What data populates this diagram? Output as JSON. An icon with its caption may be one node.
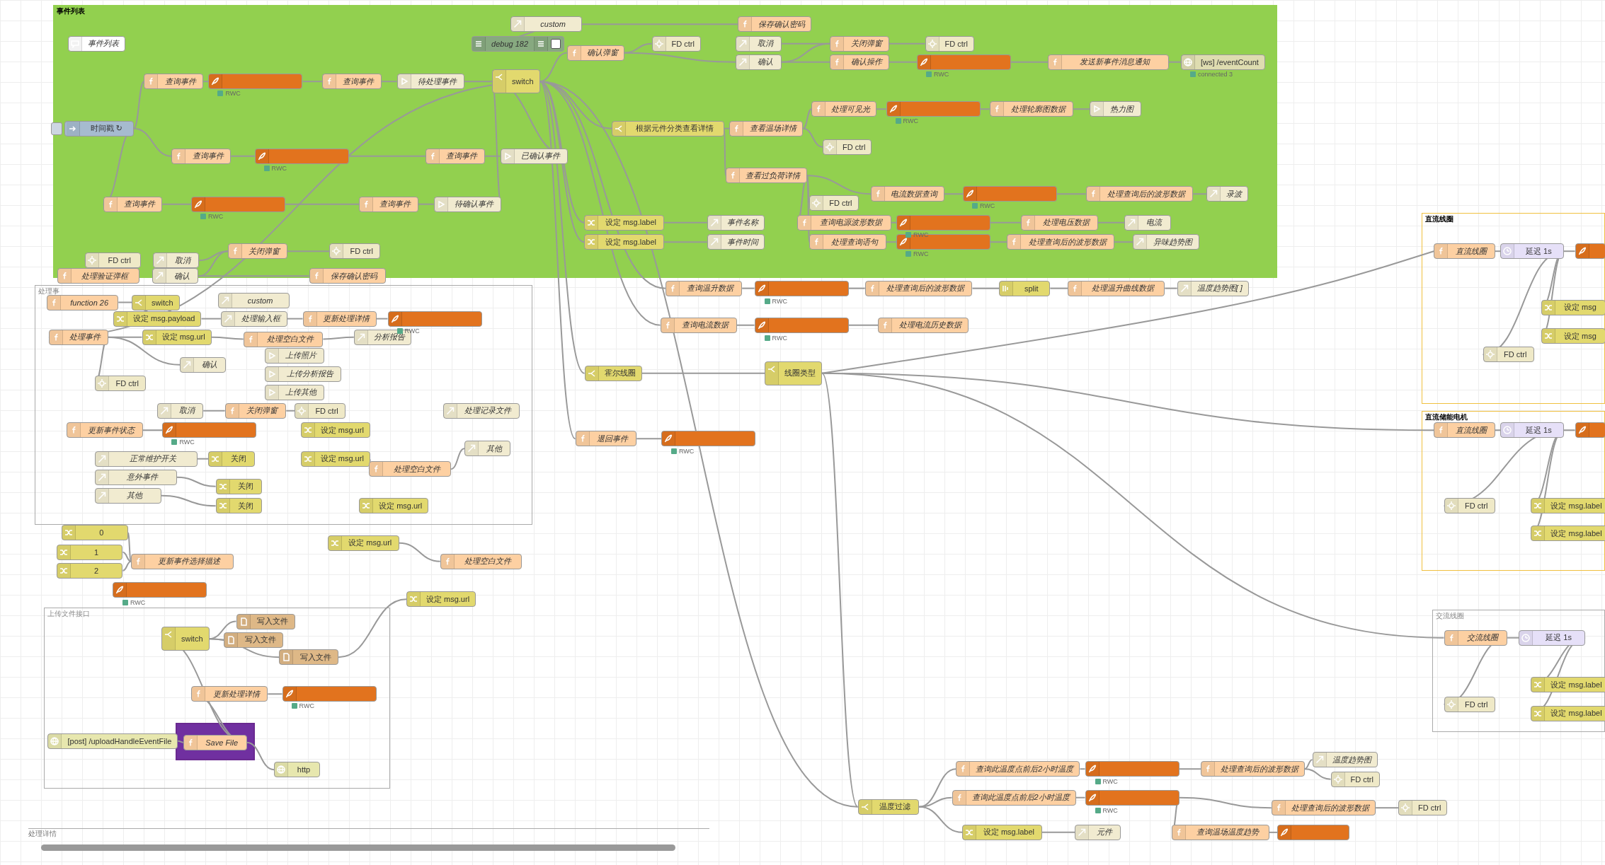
{
  "diagram": {
    "nodes": [
      {
        "text": [
          "事件列表"
        ]
      },
      {
        "text": [
          "事件列表"
        ],
        "in": 0
      },
      {
        "text": [
          "custom"
        ],
        "in": 0
      },
      {
        "text": [
          "保存确认密码"
        ],
        "in": 0
      },
      {
        "text": [
          "debug 182"
        ],
        "in": 0
      },
      {
        "text": [
          "FD ctrl"
        ],
        "in": 0
      },
      {
        "text": [
          "取消"
        ],
        "in": 0
      },
      {
        "text": [
          "关闭弹窗"
        ],
        "in": 0
      },
      {
        "text": [
          "FD ctrl"
        ],
        "in": 0
      },
      {
        "text": [
          "确认弹窗"
        ],
        "in": 0
      },
      {
        "text": [
          "确认"
        ],
        "in": 0
      },
      {
        "text": [
          "确认操作"
        ],
        "in": 0
      },
      {
        "text": [],
        "shape": "box",
        "in": 0,
        "beside": [
          "RWC"
        ]
      },
      {
        "text": [
          "发送新事件消息通知"
        ],
        "in": 0
      },
      {
        "text": [
          "[ws] /eventCount"
        ],
        "in": 0,
        "beside": [
          "connected 3"
        ]
      },
      {
        "text": [
          "查询事件"
        ],
        "in": 0
      },
      {
        "text": [],
        "shape": "box",
        "in": 0,
        "beside": [
          "RWC"
        ]
      },
      {
        "text": [
          "查询事件"
        ],
        "in": 0
      },
      {
        "text": [
          "待处理事件"
        ],
        "in": 0
      },
      {
        "text": [
          "switch"
        ],
        "in": 0
      },
      {
        "text": [
          "处理可见光"
        ],
        "in": 0
      },
      {
        "text": [],
        "shape": "box",
        "in": 0,
        "beside": [
          "RWC"
        ]
      },
      {
        "text": [
          "处理轮廓图数据"
        ],
        "in": 0
      },
      {
        "text": [
          "热力图"
        ],
        "in": 0
      },
      {
        "text": [
          "时间戳 ↻"
        ],
        "in": 0
      },
      {
        "text": [
          "根据元件分类查看详情"
        ],
        "in": 0
      },
      {
        "text": [
          "查看温场详情"
        ],
        "in": 0
      },
      {
        "text": [
          "FD ctrl"
        ],
        "in": 0
      },
      {
        "text": [
          "查询事件"
        ],
        "in": 0
      },
      {
        "text": [],
        "shape": "box",
        "in": 0,
        "beside": [
          "RWC"
        ]
      },
      {
        "text": [
          "查询事件"
        ],
        "in": 0
      },
      {
        "text": [
          "已确认事件"
        ],
        "in": 0
      },
      {
        "text": [
          "查看过负荷详情"
        ],
        "in": 0
      },
      {
        "text": [
          "电流数据查询"
        ],
        "in": 0
      },
      {
        "text": [],
        "shape": "box",
        "in": 0,
        "beside": [
          "RWC"
        ]
      },
      {
        "text": [
          "处理查询后的波形数据"
        ],
        "in": 0
      },
      {
        "text": [
          "录波"
        ],
        "in": 0
      },
      {
        "text": [
          "FD ctrl"
        ],
        "in": 0
      },
      {
        "text": [
          "查询事件"
        ],
        "in": 0
      },
      {
        "text": [],
        "shape": "box",
        "in": 0,
        "beside": [
          "RWC"
        ]
      },
      {
        "text": [
          "查询事件"
        ],
        "in": 0
      },
      {
        "text": [
          "待确认事件"
        ],
        "in": 0
      },
      {
        "text": [
          "设定 msg.label"
        ],
        "in": 0
      },
      {
        "text": [
          "事件名称"
        ],
        "in": 0
      },
      {
        "text": [
          "查询电源波形数据"
        ],
        "in": 0
      },
      {
        "text": [],
        "shape": "box",
        "in": 0,
        "beside": [
          "RWC"
        ]
      },
      {
        "text": [
          "处理电压数据"
        ],
        "in": 0
      },
      {
        "text": [
          "电流"
        ],
        "in": 0
      },
      {
        "text": [
          "设定 msg.label"
        ],
        "in": 0
      },
      {
        "text": [
          "事件时间"
        ],
        "in": 0
      },
      {
        "text": [
          "处理查询语句"
        ],
        "in": 0
      },
      {
        "text": [],
        "shape": "box",
        "in": 0,
        "beside": [
          "RWC"
        ]
      },
      {
        "text": [
          "处理查询后的波形数据"
        ],
        "in": 0
      },
      {
        "text": [
          "异味趋势图"
        ],
        "in": 0
      },
      {
        "text": [
          "FD ctrl"
        ],
        "in": 0
      },
      {
        "text": [
          "取消"
        ],
        "in": 0
      },
      {
        "text": [
          "关闭弹窗"
        ],
        "in": 0
      },
      {
        "text": [
          "FD ctrl"
        ],
        "in": 0
      },
      {
        "text": [
          "处理事"
        ]
      },
      {
        "text": [
          "处理验证弹框"
        ]
      },
      {
        "text": [
          "确认"
        ]
      },
      {
        "text": [
          "保存确认密码"
        ]
      },
      {
        "text": [
          "function 26"
        ],
        "in": 58
      },
      {
        "text": [
          "switch"
        ],
        "in": 58
      },
      {
        "text": [
          "custom"
        ],
        "in": 58
      },
      {
        "text": [
          "设定 msg.payload"
        ],
        "in": 58
      },
      {
        "text": [
          "处理输入框"
        ],
        "in": 58
      },
      {
        "text": [
          "更新处理详情"
        ],
        "in": 58
      },
      {
        "text": [],
        "shape": "box",
        "in": 58,
        "beside": [
          "RWC"
        ]
      },
      {
        "text": [
          "处理事件"
        ],
        "in": 58
      },
      {
        "text": [
          "设定 msg.url"
        ],
        "in": 58
      },
      {
        "text": [
          "处理空白文件"
        ],
        "in": 58
      },
      {
        "text": [
          "分析报告"
        ],
        "in": 58
      },
      {
        "text": [
          "上传照片"
        ],
        "in": 58
      },
      {
        "text": [
          "上传分析报告"
        ],
        "in": 58
      },
      {
        "text": [
          "上传其他"
        ],
        "in": 58
      },
      {
        "text": [
          "确认"
        ],
        "in": 58
      },
      {
        "text": [
          "FD ctrl"
        ],
        "in": 58
      },
      {
        "text": [
          "取消"
        ],
        "in": 58
      },
      {
        "text": [
          "关闭弹窗"
        ],
        "in": 58
      },
      {
        "text": [
          "FD ctrl"
        ],
        "in": 58
      },
      {
        "text": [
          "更新事件状态"
        ],
        "in": 58
      },
      {
        "text": [],
        "shape": "box",
        "in": 58,
        "beside": [
          "RWC"
        ]
      },
      {
        "text": [
          "设定 msg.url"
        ],
        "in": 58
      },
      {
        "text": [
          "处理记录文件"
        ],
        "in": 58
      },
      {
        "text": [
          "正常维护开关"
        ],
        "in": 58
      },
      {
        "text": [
          "关闭"
        ],
        "in": 58
      },
      {
        "text": [
          "设定 msg.url"
        ],
        "in": 58
      },
      {
        "text": [
          "其他"
        ],
        "in": 58
      },
      {
        "text": [
          "处理空白文件"
        ],
        "in": 58
      },
      {
        "text": [
          "意外事件"
        ],
        "in": 58
      },
      {
        "text": [
          "关闭"
        ],
        "in": 58
      },
      {
        "text": [
          "其他"
        ],
        "in": 58
      },
      {
        "text": [
          "关闭"
        ],
        "in": 58
      },
      {
        "text": [
          "设定 msg.url"
        ],
        "in": 58
      },
      {
        "text": [
          "0"
        ]
      },
      {
        "text": [
          "1"
        ]
      },
      {
        "text": [
          "2"
        ]
      },
      {
        "text": [
          "更新事件选择描述"
        ]
      },
      {
        "text": [
          "设定 msg.url"
        ]
      },
      {
        "text": [
          "处理空白文件"
        ]
      },
      {
        "text": [],
        "shape": "box",
        "beside": [
          "RWC"
        ]
      },
      {
        "text": [
          "上传文件接口"
        ]
      },
      {
        "text": [
          "写入文件"
        ],
        "in": 102
      },
      {
        "text": [
          "switch"
        ],
        "in": 102
      },
      {
        "text": [
          "写入文件"
        ],
        "in": 102
      },
      {
        "text": [
          "写入文件"
        ],
        "in": 102
      },
      {
        "text": [
          "更新处理详情"
        ],
        "in": 102
      },
      {
        "text": [],
        "shape": "box",
        "in": 102,
        "beside": [
          "RWC"
        ]
      },
      {
        "text": [],
        "shape": "box",
        "in": 102
      },
      {
        "text": [
          "[post] /uploadHandleEventFile"
        ],
        "in": 102
      },
      {
        "text": [
          "Save File"
        ],
        "in": 109
      },
      {
        "text": [
          "http"
        ],
        "in": 102
      },
      {
        "text": [
          "设定 msg.url"
        ]
      },
      {
        "text": [
          "查询温升数据"
        ]
      },
      {
        "text": [],
        "shape": "box",
        "beside": [
          "RWC"
        ]
      },
      {
        "text": [
          "处理查询后的波形数据"
        ]
      },
      {
        "text": [
          "split"
        ]
      },
      {
        "text": [
          "处理温升曲线数据"
        ]
      },
      {
        "text": [
          "温度趋势图[ ]"
        ]
      },
      {
        "text": [
          "查询电流数据"
        ]
      },
      {
        "text": [],
        "shape": "box",
        "beside": [
          "RWC"
        ]
      },
      {
        "text": [
          "处理电流历史数据"
        ]
      },
      {
        "text": [
          "霍尔线圈"
        ]
      },
      {
        "text": [
          "线圈类型"
        ]
      },
      {
        "text": [
          "退回事件"
        ]
      },
      {
        "text": [],
        "shape": "box",
        "beside": [
          "RWC"
        ]
      },
      {
        "text": [
          "温度过滤"
        ]
      },
      {
        "text": [
          "查询此温度点前后2小时温度"
        ]
      },
      {
        "text": [],
        "shape": "box",
        "beside": [
          "RWC"
        ]
      },
      {
        "text": [
          "处理查询后的波形数据"
        ]
      },
      {
        "text": [
          "温度趋势图"
        ]
      },
      {
        "text": [
          "FD ctrl"
        ]
      },
      {
        "text": [
          "查询此温度点前后2小时温度"
        ]
      },
      {
        "text": [],
        "shape": "box",
        "beside": [
          "RWC"
        ]
      },
      {
        "text": [
          "处理查询后的波形数据"
        ]
      },
      {
        "text": [
          "FD ctrl"
        ]
      },
      {
        "text": [
          "设定 msg.label"
        ]
      },
      {
        "text": [
          "元件"
        ]
      },
      {
        "text": [
          "查询温场温度趋势"
        ]
      },
      {
        "text": [],
        "shape": "box"
      },
      {
        "text": [
          "直流线圈"
        ]
      },
      {
        "text": [
          "直流线圈"
        ],
        "in": 141
      },
      {
        "text": [
          "延迟 1s"
        ],
        "in": 141
      },
      {
        "text": [],
        "shape": "box",
        "in": 141
      },
      {
        "text": [
          "设定 msg"
        ],
        "in": 141
      },
      {
        "text": [
          "设定 msg"
        ],
        "in": 141
      },
      {
        "text": [
          "FD ctrl"
        ],
        "in": 141
      },
      {
        "text": [
          "直流储能电机"
        ]
      },
      {
        "text": [
          "直流线圈"
        ],
        "in": 148
      },
      {
        "text": [
          "延迟 1s"
        ],
        "in": 148
      },
      {
        "text": [],
        "shape": "box",
        "in": 148
      },
      {
        "text": [
          "FD ctrl"
        ],
        "in": 148
      },
      {
        "text": [
          "设定 msg.label"
        ],
        "in": 148
      },
      {
        "text": [
          "设定 msg.label"
        ],
        "in": 148
      },
      {
        "text": [
          "交流线圈"
        ]
      },
      {
        "text": [
          "交流线圈"
        ],
        "in": 155
      },
      {
        "text": [
          "延迟 1s"
        ],
        "in": 155
      },
      {
        "text": [
          "FD ctrl"
        ],
        "in": 155
      },
      {
        "text": [
          "设定 msg.label"
        ],
        "in": 155
      },
      {
        "text": [
          "设定 msg.label"
        ],
        "in": 155
      }
    ],
    "edges": [
      {
        "from": 2,
        "to": 3,
        "arrow": "none"
      },
      {
        "from": 2,
        "to": 4,
        "arrow": "none"
      },
      {
        "from": 9,
        "to": 5,
        "arrow": "none"
      },
      {
        "from": 9,
        "to": 10,
        "arrow": "none"
      },
      {
        "from": 6,
        "to": 7,
        "arrow": "none"
      },
      {
        "from": 7,
        "to": 8,
        "arrow": "none"
      },
      {
        "from": 10,
        "to": 7,
        "arrow": "none"
      },
      {
        "from": 10,
        "to": 11,
        "arrow": "none"
      },
      {
        "from": 11,
        "to": 12,
        "arrow": "none"
      },
      {
        "from": 12,
        "to": 13,
        "arrow": "none"
      },
      {
        "from": 13,
        "to": 14,
        "arrow": "none"
      },
      {
        "from": 15,
        "to": 16,
        "arrow": "none"
      },
      {
        "from": 16,
        "to": 17,
        "arrow": "none"
      },
      {
        "from": 17,
        "to": 18,
        "arrow": "none"
      },
      {
        "from": 18,
        "to": 19,
        "arrow": "none"
      },
      {
        "from": 19,
        "to": 9,
        "arrow": "none"
      },
      {
        "from": 19,
        "to": 25,
        "arrow": "none"
      },
      {
        "from": 19,
        "to": 42,
        "arrow": "none"
      },
      {
        "from": 19,
        "to": 48,
        "arrow": "none"
      },
      {
        "from": 19,
        "to": 69,
        "arrow": "none"
      },
      {
        "from": 19,
        "to": 114,
        "arrow": "none"
      },
      {
        "from": 19,
        "to": 120,
        "arrow": "none"
      },
      {
        "from": 19,
        "to": 123,
        "arrow": "none"
      },
      {
        "from": 19,
        "to": 125,
        "arrow": "none"
      },
      {
        "from": 19,
        "to": 127,
        "arrow": "none"
      },
      {
        "from": 24,
        "to": 15,
        "arrow": "none"
      },
      {
        "from": 24,
        "to": 28,
        "arrow": "none"
      },
      {
        "from": 24,
        "to": 38,
        "arrow": "none"
      },
      {
        "from": 25,
        "to": 26,
        "arrow": "none"
      },
      {
        "from": 25,
        "to": 32,
        "arrow": "none"
      },
      {
        "from": 26,
        "to": 20,
        "arrow": "none"
      },
      {
        "from": 26,
        "to": 27,
        "arrow": "none"
      },
      {
        "from": 20,
        "to": 21,
        "arrow": "none"
      },
      {
        "from": 21,
        "to": 22,
        "arrow": "none"
      },
      {
        "from": 22,
        "to": 23,
        "arrow": "none"
      },
      {
        "from": 28,
        "to": 29,
        "arrow": "none"
      },
      {
        "from": 29,
        "to": 30,
        "arrow": "none"
      },
      {
        "from": 30,
        "to": 31,
        "arrow": "none"
      },
      {
        "from": 31,
        "to": 19,
        "arrow": "none"
      },
      {
        "from": 32,
        "to": 33,
        "arrow": "none"
      },
      {
        "from": 32,
        "to": 37,
        "arrow": "none"
      },
      {
        "from": 32,
        "to": 44,
        "arrow": "none"
      },
      {
        "from": 32,
        "to": 50,
        "arrow": "none"
      },
      {
        "from": 33,
        "to": 34,
        "arrow": "none"
      },
      {
        "from": 34,
        "to": 35,
        "arrow": "none"
      },
      {
        "from": 35,
        "to": 36,
        "arrow": "none"
      },
      {
        "from": 44,
        "to": 45,
        "arrow": "none"
      },
      {
        "from": 45,
        "to": 46,
        "arrow": "none"
      },
      {
        "from": 46,
        "to": 47,
        "arrow": "none"
      },
      {
        "from": 50,
        "to": 51,
        "arrow": "none"
      },
      {
        "from": 51,
        "to": 52,
        "arrow": "none"
      },
      {
        "from": 52,
        "to": 53,
        "arrow": "none"
      },
      {
        "from": 38,
        "to": 39,
        "arrow": "none"
      },
      {
        "from": 39,
        "to": 40,
        "arrow": "none"
      },
      {
        "from": 40,
        "to": 41,
        "arrow": "none"
      },
      {
        "from": 41,
        "to": 19,
        "arrow": "none"
      },
      {
        "from": 42,
        "to": 43,
        "arrow": "none"
      },
      {
        "from": 48,
        "to": 49,
        "arrow": "none"
      },
      {
        "from": 55,
        "to": 56,
        "arrow": "none"
      },
      {
        "from": 56,
        "to": 57,
        "arrow": "none"
      },
      {
        "from": 59,
        "to": 54,
        "arrow": "none"
      },
      {
        "from": 60,
        "to": 56,
        "arrow": "none"
      },
      {
        "from": 60,
        "to": 61,
        "arrow": "none"
      },
      {
        "from": 62,
        "to": 63,
        "arrow": "none"
      },
      {
        "from": 63,
        "to": 65,
        "arrow": "none"
      },
      {
        "from": 65,
        "to": 66,
        "arrow": "none"
      },
      {
        "from": 66,
        "to": 67,
        "arrow": "none"
      },
      {
        "from": 67,
        "to": 68,
        "arrow": "none"
      },
      {
        "from": 69,
        "to": 70,
        "arrow": "none"
      },
      {
        "from": 69,
        "to": 76,
        "arrow": "none"
      },
      {
        "from": 69,
        "to": 77,
        "arrow": "none"
      },
      {
        "from": 70,
        "to": 71,
        "arrow": "none"
      },
      {
        "from": 71,
        "to": 72,
        "arrow": "none"
      },
      {
        "from": 78,
        "to": 79,
        "arrow": "none"
      },
      {
        "from": 79,
        "to": 80,
        "arrow": "none"
      },
      {
        "from": 81,
        "to": 82,
        "arrow": "none"
      },
      {
        "from": 85,
        "to": 86,
        "arrow": "none"
      },
      {
        "from": 90,
        "to": 91,
        "arrow": "none"
      },
      {
        "from": 92,
        "to": 93,
        "arrow": "none"
      },
      {
        "from": 87,
        "to": 89,
        "arrow": "none"
      },
      {
        "from": 89,
        "to": 88,
        "arrow": "none"
      },
      {
        "from": 95,
        "to": 98,
        "arrow": "none"
      },
      {
        "from": 96,
        "to": 98,
        "arrow": "none"
      },
      {
        "from": 97,
        "to": 98,
        "arrow": "none"
      },
      {
        "from": 99,
        "to": 100,
        "arrow": "none"
      },
      {
        "from": 104,
        "to": 103,
        "arrow": "none"
      },
      {
        "from": 104,
        "to": 105,
        "arrow": "none"
      },
      {
        "from": 104,
        "to": 106,
        "arrow": "none"
      },
      {
        "from": 106,
        "to": 113,
        "arrow": "none"
      },
      {
        "from": 107,
        "to": 108,
        "arrow": "none"
      },
      {
        "from": 110,
        "to": 111,
        "arrow": "none"
      },
      {
        "from": 111,
        "to": 104,
        "arrow": "none"
      },
      {
        "from": 111,
        "to": 107,
        "arrow": "none"
      },
      {
        "from": 111,
        "to": 112,
        "arrow": "none"
      },
      {
        "from": 114,
        "to": 115,
        "arrow": "none"
      },
      {
        "from": 115,
        "to": 116,
        "arrow": "none"
      },
      {
        "from": 116,
        "to": 117,
        "arrow": "none"
      },
      {
        "from": 117,
        "to": 118,
        "arrow": "none"
      },
      {
        "from": 118,
        "to": 119,
        "arrow": "none"
      },
      {
        "from": 120,
        "to": 121,
        "arrow": "none"
      },
      {
        "from": 121,
        "to": 122,
        "arrow": "none"
      },
      {
        "from": 123,
        "to": 124,
        "arrow": "none"
      },
      {
        "from": 124,
        "to": 142,
        "arrow": "none"
      },
      {
        "from": 124,
        "to": 149,
        "arrow": "none"
      },
      {
        "from": 124,
        "to": 156,
        "arrow": "none"
      },
      {
        "from": 124,
        "to": 127,
        "arrow": "none"
      },
      {
        "from": 125,
        "to": 126,
        "arrow": "none"
      },
      {
        "from": 127,
        "to": 128,
        "arrow": "none"
      },
      {
        "from": 127,
        "to": 133,
        "arrow": "none"
      },
      {
        "from": 127,
        "to": 137,
        "arrow": "none"
      },
      {
        "from": 128,
        "to": 129,
        "arrow": "none"
      },
      {
        "from": 129,
        "to": 130,
        "arrow": "none"
      },
      {
        "from": 130,
        "to": 131,
        "arrow": "none"
      },
      {
        "from": 130,
        "to": 132,
        "arrow": "none"
      },
      {
        "from": 133,
        "to": 134,
        "arrow": "none"
      },
      {
        "from": 134,
        "to": 139,
        "arrow": "none"
      },
      {
        "from": 134,
        "to": 135,
        "arrow": "none"
      },
      {
        "from": 135,
        "to": 136,
        "arrow": "none"
      },
      {
        "from": 137,
        "to": 138,
        "arrow": "none"
      },
      {
        "from": 139,
        "to": 140,
        "arrow": "none"
      },
      {
        "from": 142,
        "to": 143,
        "arrow": "none"
      },
      {
        "from": 143,
        "to": 144,
        "arrow": "none"
      },
      {
        "from": 143,
        "to": 145,
        "arrow": "none"
      },
      {
        "from": 143,
        "to": 146,
        "arrow": "none"
      },
      {
        "from": 143,
        "to": 147,
        "arrow": "none"
      },
      {
        "from": 149,
        "to": 150,
        "arrow": "none"
      },
      {
        "from": 150,
        "to": 151,
        "arrow": "none"
      },
      {
        "from": 150,
        "to": 152,
        "arrow": "none"
      },
      {
        "from": 150,
        "to": 153,
        "arrow": "none"
      },
      {
        "from": 150,
        "to": 154,
        "arrow": "none"
      },
      {
        "from": 156,
        "to": 157,
        "arrow": "none"
      },
      {
        "from": 156,
        "to": 158,
        "arrow": "none"
      },
      {
        "from": 157,
        "to": 159,
        "arrow": "none"
      },
      {
        "from": 157,
        "to": 160,
        "arrow": "none"
      }
    ],
    "labels": [
      "处理详情"
    ]
  }
}
